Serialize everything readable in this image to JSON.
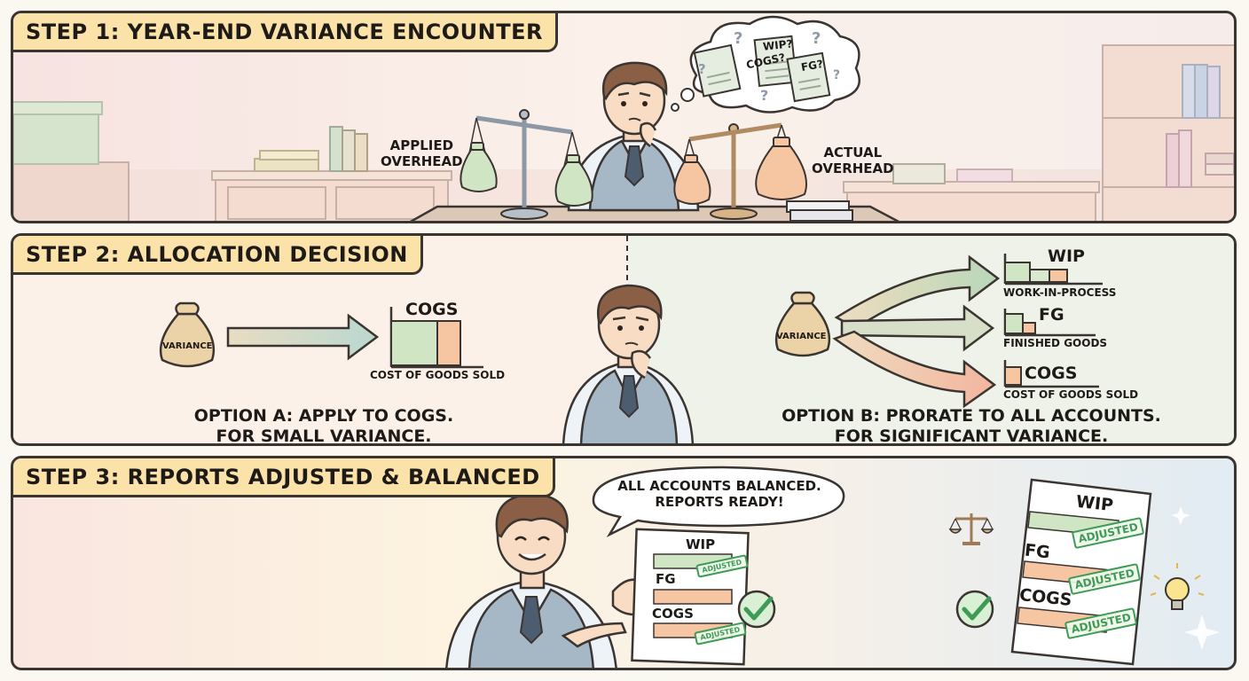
{
  "step1": {
    "title": "STEP 1: YEAR-END VARIANCE ENCOUNTER",
    "applied_line1": "APPLIED",
    "applied_line2": "OVERHEAD",
    "actual_line1": "ACTUAL",
    "actual_line2": "OVERHEAD",
    "thought_doc_cogs": "COGS?",
    "thought_doc_wip": "WIP?",
    "thought_doc_fg": "FG?"
  },
  "step2": {
    "title": "STEP 2: ALLOCATION DECISION",
    "variance_bag_label": "VARIANCE",
    "option_a_account": "COGS",
    "option_a_account_full": "COST OF GOODS SOLD",
    "option_a_line1": "OPTION A: APPLY TO COGS.",
    "option_a_line2": "FOR SMALL VARIANCE.",
    "option_b_variance_label": "VARIANCE",
    "option_b_accounts": [
      {
        "code": "WIP",
        "full": "WORK-IN-PROCESS"
      },
      {
        "code": "FG",
        "full": "FINISHED GOODS"
      },
      {
        "code": "COGS",
        "full": "COST OF GOODS SOLD"
      }
    ],
    "option_b_line1": "OPTION B: PRORATE TO ALL ACCOUNTS.",
    "option_b_line2": "FOR SIGNIFICANT VARIANCE."
  },
  "step3": {
    "title": "STEP 3: REPORTS ADJUSTED & BALANCED",
    "speech_line1": "ALL ACCOUNTS BALANCED.",
    "speech_line2": "REPORTS READY!",
    "small_report": {
      "wip": "WIP",
      "fg": "FG",
      "cogs": "COGS",
      "stamp": "ADJUSTED"
    },
    "big_report": {
      "wip": "WIP",
      "fg": "FG",
      "cogs": "COGS",
      "stamp": "ADJUSTED"
    }
  },
  "colors": {
    "outline": "#3b3532",
    "title_bg": "#fbe2a8",
    "green": "#cfe5c4",
    "orange": "#f6c6a3",
    "stamp_green": "#3f9a55"
  },
  "icons": [
    "money-bag-icon",
    "balance-scale-icon",
    "checkmark-icon",
    "lightbulb-icon",
    "arrow-icon",
    "document-icon"
  ]
}
